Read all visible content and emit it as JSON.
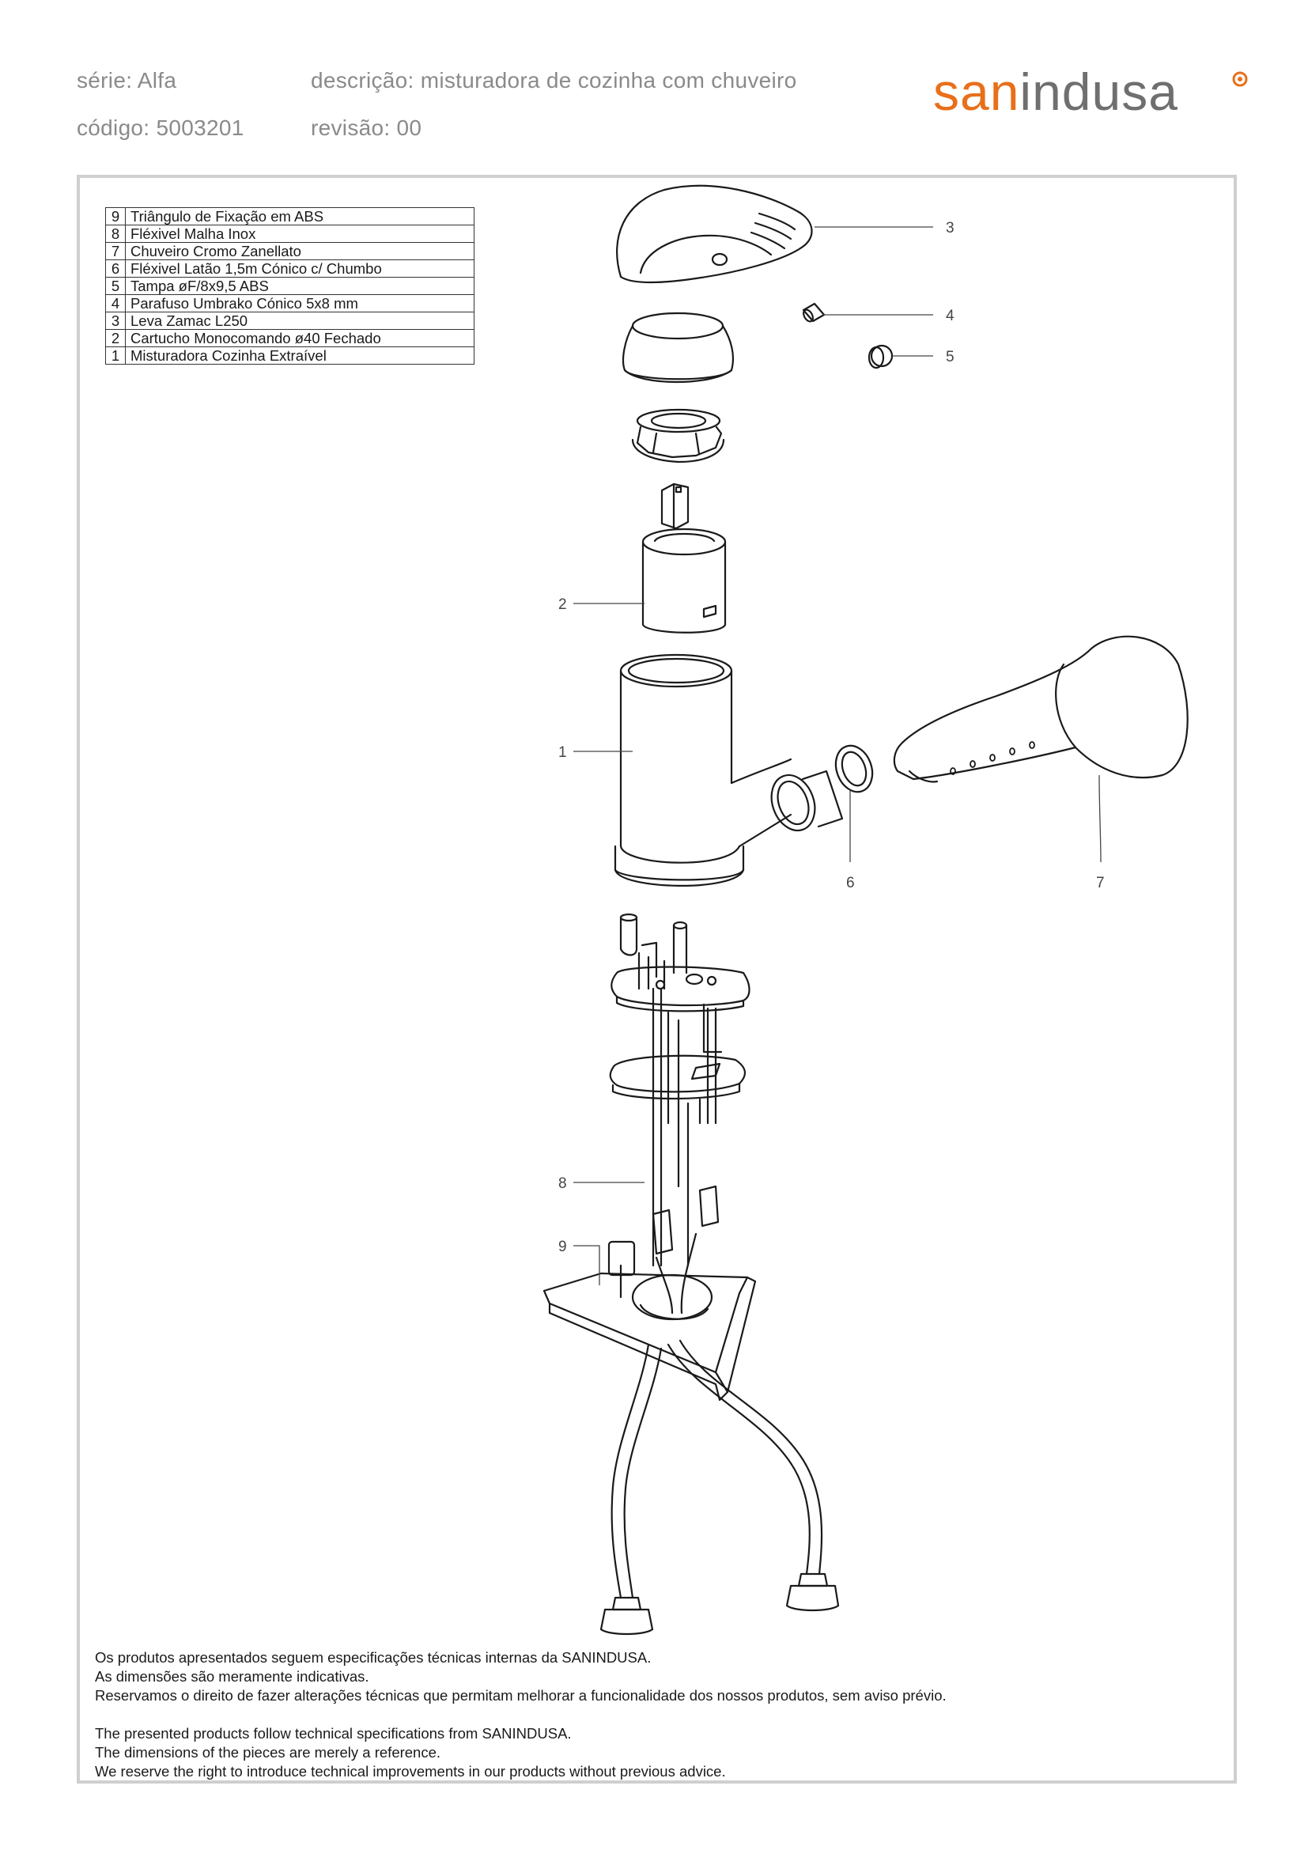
{
  "header": {
    "serie": "série: Alfa",
    "codigo": "código: 5003201",
    "descricao": "descrição: misturadora de cozinha com chuveiro",
    "revisao": "revisão: 00"
  },
  "logo": {
    "text_a": "san",
    "text_b": "indusa",
    "accent_color": "#e8701a",
    "text_color": "#6f6f6f"
  },
  "parts": [
    {
      "num": "9",
      "desc": "Triângulo de Fixação em ABS"
    },
    {
      "num": "8",
      "desc": "Fléxivel Malha Inox"
    },
    {
      "num": "7",
      "desc": "Chuveiro Cromo Zanellato"
    },
    {
      "num": "6",
      "desc": "Fléxivel Latão 1,5m Cónico c/ Chumbo"
    },
    {
      "num": "5",
      "desc": "Tampa øF/8x9,5 ABS"
    },
    {
      "num": "4",
      "desc": "Parafuso Umbrako Cónico 5x8 mm"
    },
    {
      "num": "3",
      "desc": "Leva Zamac L250"
    },
    {
      "num": "2",
      "desc": "Cartucho Monocomando ø40 Fechado"
    },
    {
      "num": "1",
      "desc": "Misturadora Cozinha Extraível"
    }
  ],
  "callouts": {
    "c1": "1",
    "c2": "2",
    "c3": "3",
    "c4": "4",
    "c5": "5",
    "c6": "6",
    "c7": "7",
    "c8": "8",
    "c9": "9"
  },
  "notes_pt": [
    "Os produtos apresentados seguem especificações técnicas internas da SANINDUSA.",
    "As dimensões são meramente indicativas.",
    "Reservamos o direito de fazer alterações técnicas que permitam melhorar a funcionalidade dos nossos produtos, sem aviso prévio."
  ],
  "notes_en": [
    "The presented products follow technical specifications from SANINDUSA.",
    "The dimensions of the pieces are merely a reference.",
    "We reserve the right to introduce technical improvements in our products without previous advice."
  ]
}
